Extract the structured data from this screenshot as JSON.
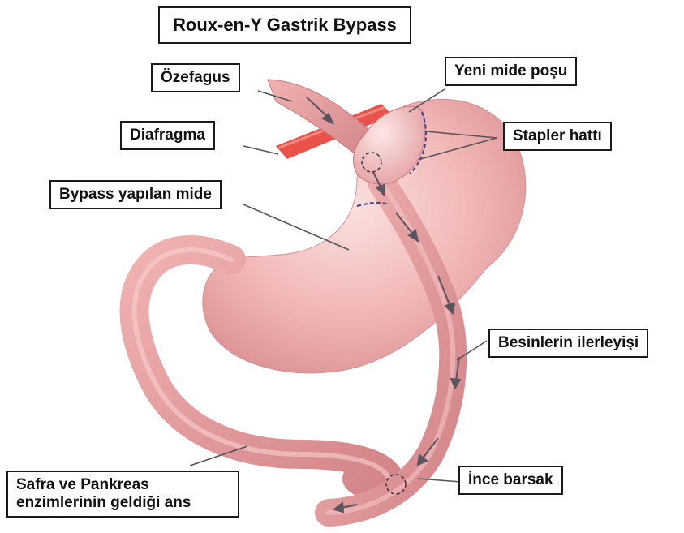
{
  "title": "Roux-en-Y Gastrik Bypass",
  "labels": {
    "ozefagus": "Özefagus",
    "diafragma": "Diafragma",
    "bypass_mide": "Bypass yapılan mide",
    "yeni_mide_posu": "Yeni mide poşu",
    "stapler_hatti": "Stapler hattı",
    "besinlerin_ilerleyisi": "Besinlerin ilerleyişi",
    "ince_barsak": "İnce barsak",
    "safra_line1": "Safra ve Pankreas",
    "safra_line2": "enzimlerinin geldiği ans"
  },
  "colors": {
    "tissue": "#eba7a7",
    "tissue_dark": "#c97a7e",
    "tissue_light": "#f8d6d4",
    "diaphragm": "#e8524a",
    "stapler": "#3d3f8f",
    "arrow": "#5a5560"
  }
}
